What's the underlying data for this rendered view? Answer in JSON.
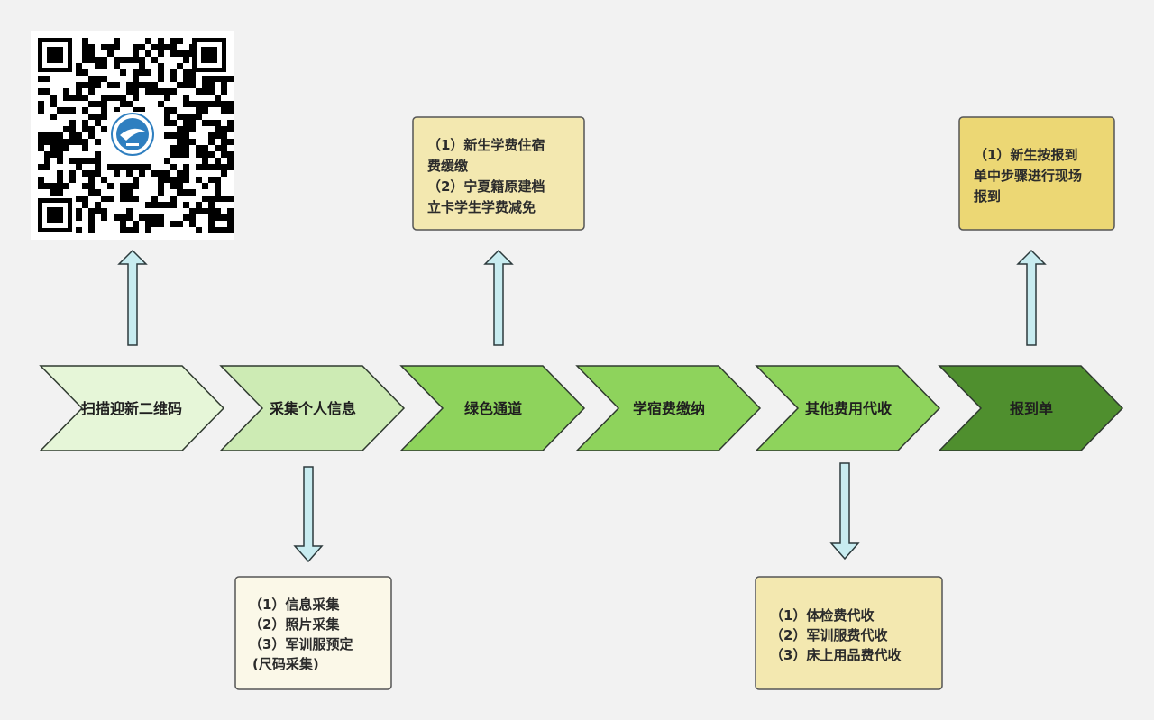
{
  "steps": [
    {
      "label": "扫描迎新二维码",
      "color": "#e6f6d8"
    },
    {
      "label": "采集个人信息",
      "color": "#cdebb4"
    },
    {
      "label": "绿色通道",
      "color": "#8ed35c"
    },
    {
      "label": "学宿费缴纳",
      "color": "#8ed35c"
    },
    {
      "label": "其他费用代收",
      "color": "#8ed35c"
    },
    {
      "label": "报到单",
      "color": "#4f8f2e"
    }
  ],
  "notes": {
    "green_channel": {
      "lines": [
        "（1）新生学费住宿",
        "费缓缴",
        "（2）宁夏籍原建档",
        "立卡学生学费减免"
      ],
      "color": "#f3e8b0"
    },
    "report_form": {
      "lines": [
        "（1）新生按报到",
        "单中步骤进行现场",
        "报到"
      ],
      "color": "#ecd774"
    },
    "info_collection": {
      "lines": [
        "（1）信息采集",
        "（2）照片采集",
        "（3）军训服预定",
        "(尺码采集)"
      ],
      "color": "#fbf8e8"
    },
    "other_fees": {
      "lines": [
        "（1）体检费代收",
        "（2）军训服费代收",
        "（3）床上用品费代收"
      ],
      "color": "#f3e8b0"
    }
  },
  "colors": {
    "arrow_fill": "#c8ecf0",
    "background": "#f2f2f2",
    "qr_logo": "#2f7fc0"
  },
  "icons": {
    "qr_code": "qr-code",
    "arrow_up": "arrow-up-icon",
    "arrow_down": "arrow-down-icon"
  }
}
